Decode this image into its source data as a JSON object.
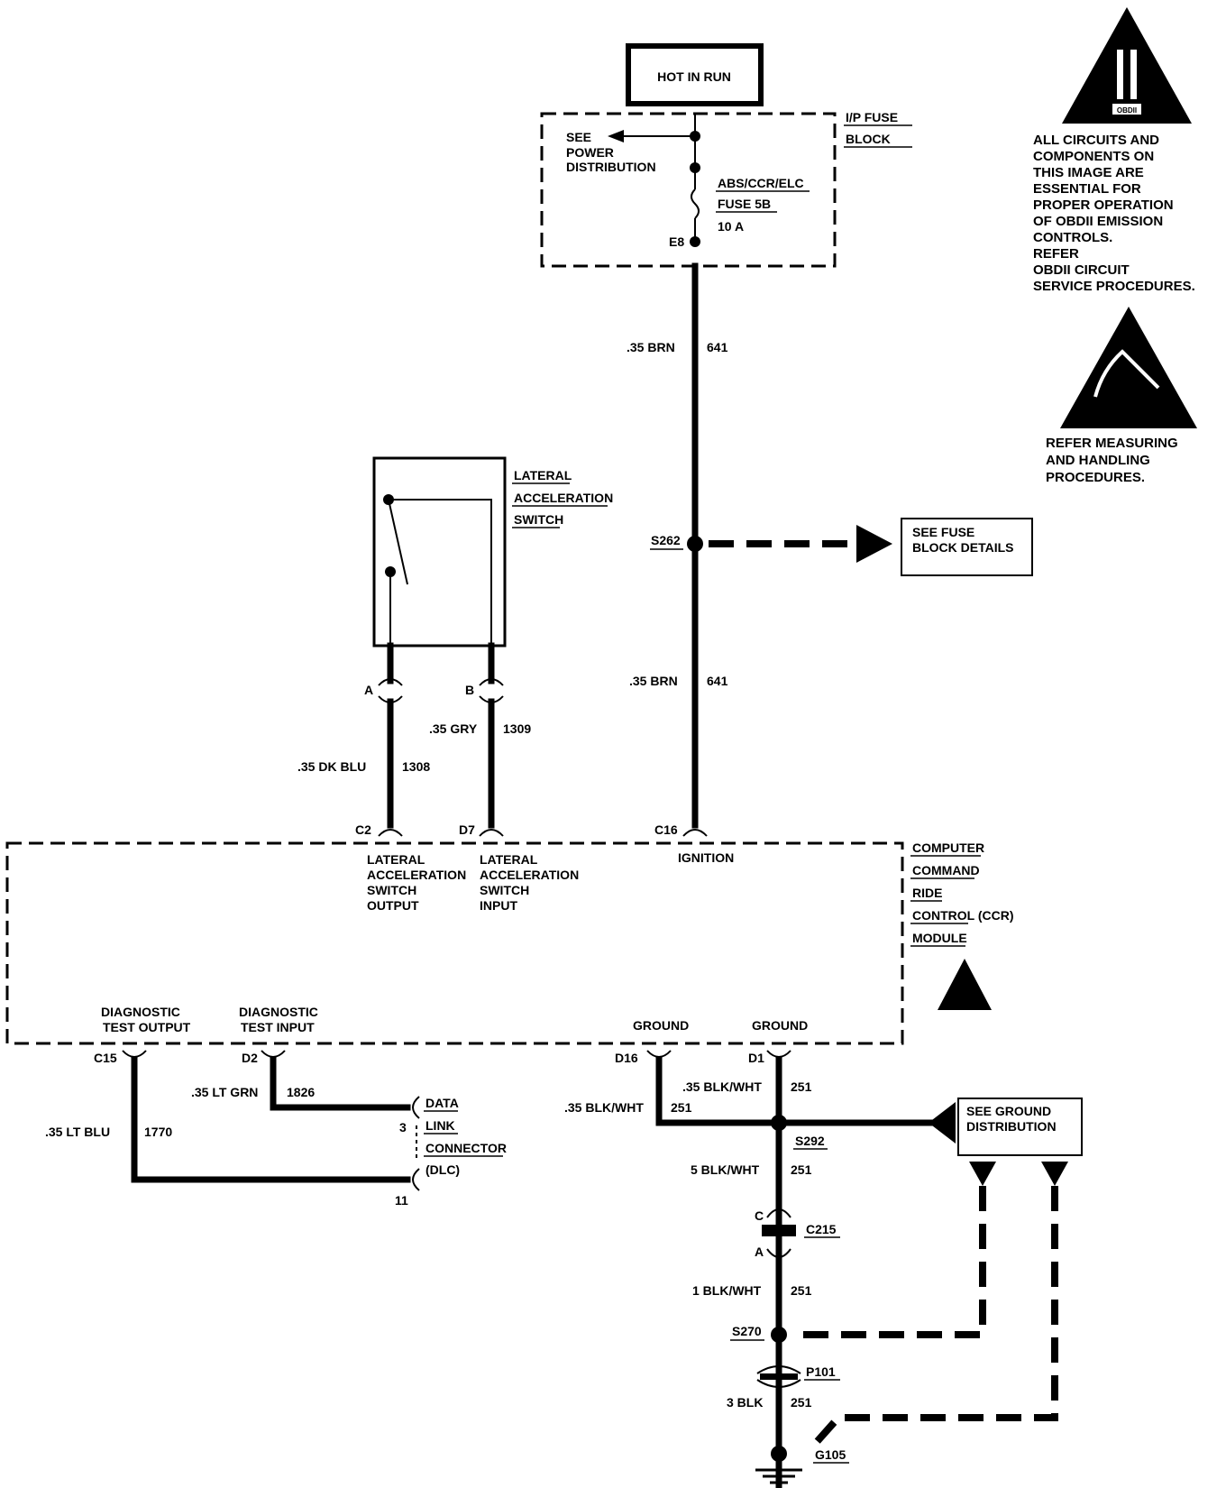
{
  "power": {
    "hot_in_run": "HOT IN RUN"
  },
  "fuse_block": {
    "title_1": "I/P FUSE",
    "title_2": "BLOCK",
    "see_1": "SEE",
    "see_2": "POWER",
    "see_3": "DISTRIBUTION",
    "fuse_name": "ABS/CCR/ELC",
    "fuse_num": "FUSE 5B",
    "fuse_amp": "10 A",
    "terminal": "E8"
  },
  "obd_notice": {
    "badge": "OBDII",
    "lines": [
      "ALL CIRCUITS AND",
      "COMPONENTS ON",
      "THIS IMAGE ARE",
      "ESSENTIAL FOR",
      "PROPER OPERATION",
      "OF OBDII EMISSION",
      "CONTROLS.",
      "REFER",
      "OBDII CIRCUIT",
      "SERVICE PROCEDURES."
    ]
  },
  "esd_notice": {
    "lines": [
      "REFER MEASURING",
      "AND HANDLING",
      "PROCEDURES."
    ]
  },
  "wires": {
    "brn_gauge": ".35 BRN",
    "brn_num": "641",
    "brn2_gauge": ".35 BRN",
    "brn2_num": "641",
    "dkblu_gauge": ".35 DK BLU",
    "dkblu_num": "1308",
    "gry_gauge": ".35 GRY",
    "gry_num": "1309",
    "ltgrn_gauge": ".35 LT GRN",
    "ltgrn_num": "1826",
    "ltblu_gauge": ".35 LT BLU",
    "ltblu_num": "1770",
    "blkwht_a_gauge": ".35 BLK/WHT",
    "blkwht_a_num": "251",
    "blkwht_b_gauge": ".35 BLK/WHT",
    "blkwht_b_num": "251",
    "blkwht_c_gauge": "5 BLK/WHT",
    "blkwht_c_num": "251",
    "blkwht_d_gauge": "1 BLK/WHT",
    "blkwht_d_num": "251",
    "blk_gauge": "3 BLK",
    "blk_num": "251"
  },
  "splices": {
    "s262": "S262",
    "s292": "S292",
    "s270": "S270",
    "c215": "C215",
    "p101": "P101",
    "g105": "G105"
  },
  "see_fuse_block": {
    "line1": "SEE FUSE",
    "line2": "BLOCK DETAILS"
  },
  "see_ground": {
    "line1": "SEE GROUND",
    "line2": "DISTRIBUTION"
  },
  "lateral_switch": {
    "title_1": "LATERAL",
    "title_2": "ACCELERATION",
    "title_3": "SWITCH",
    "pin_a": "A",
    "pin_b": "B"
  },
  "module": {
    "title": [
      "COMPUTER",
      "COMMAND",
      "RIDE",
      "CONTROL (CCR)",
      "MODULE"
    ],
    "c2": "C2",
    "c2_desc": [
      "LATERAL",
      "ACCELERATION",
      "SWITCH",
      "OUTPUT"
    ],
    "d7": "D7",
    "d7_desc": [
      "LATERAL",
      "ACCELERATION",
      "SWITCH",
      "INPUT"
    ],
    "c16": "C16",
    "c16_desc": "IGNITION",
    "c15": "C15",
    "c15_desc": [
      "DIAGNOSTIC",
      "TEST OUTPUT"
    ],
    "d2": "D2",
    "d2_desc": [
      "DIAGNOSTIC",
      "TEST INPUT"
    ],
    "d16": "D16",
    "d16_desc": "GROUND",
    "d1": "D1",
    "d1_desc": "GROUND"
  },
  "dlc": {
    "line1": "DATA",
    "line2": "LINK",
    "line3": "CONNECTOR",
    "line4": "(DLC)",
    "pin3": "3",
    "pin11": "11"
  },
  "c215_pins": {
    "c": "C",
    "a": "A"
  }
}
